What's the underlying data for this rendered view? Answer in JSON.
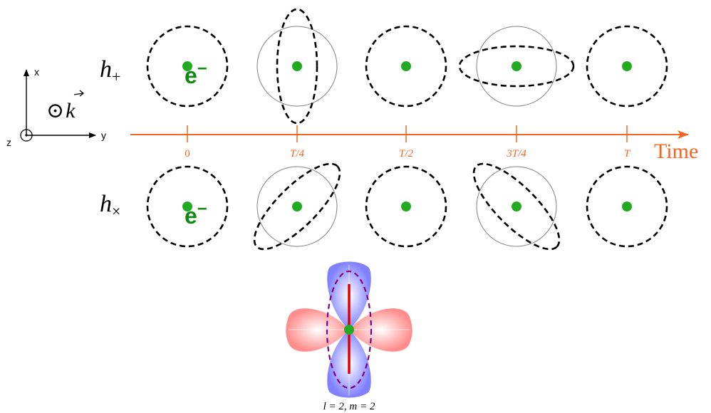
{
  "axes": {
    "x_label": "x",
    "y_label": "y",
    "z_label": "z",
    "wave_vector_symbol": "⊙",
    "wave_vector": "k"
  },
  "rows": {
    "plus_symbol": "h",
    "plus_subscript": "+",
    "cross_symbol": "h",
    "cross_subscript": "×",
    "electron_label": "e",
    "electron_superscript": "−"
  },
  "timeline": {
    "title": "Time",
    "ticks": [
      "0",
      "T/4",
      "T/2",
      "3T/4",
      "T"
    ]
  },
  "orbital": {
    "caption": "l = 2, m = 2"
  },
  "colors": {
    "timeline": "#f26522",
    "particle": "#22aa22",
    "dashed_ring": "#000000",
    "reference_ring": "#808080",
    "orbital_lobe_x": "#ff6060",
    "orbital_lobe_y": "#6060ff",
    "orbital_bar": "#e00000",
    "orbital_ring": "#800080",
    "electron_text": "#118811"
  }
}
